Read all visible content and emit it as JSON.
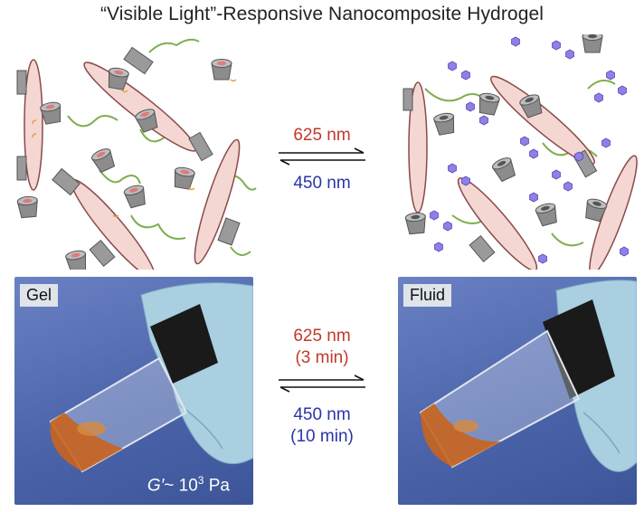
{
  "title": "“Visible Light”-Responsive Nanocomposite Hydrogel",
  "top_arrows": {
    "forward": "625 nm",
    "reverse": "450 nm"
  },
  "bottom_arrows": {
    "forward": "625 nm",
    "forward_time": "(3 min)",
    "reverse": "450 nm",
    "reverse_time": "(10 min)"
  },
  "left_photo": {
    "label": "Gel",
    "modulus_symbol": "G′",
    "modulus_approx": "~ 10",
    "modulus_exponent": "3",
    "modulus_unit": "Pa"
  },
  "right_photo": {
    "label": "Fluid"
  },
  "colors": {
    "red_label": "#c0392b",
    "blue_label": "#2a35a8",
    "clay_disk": "#f4d7d3",
    "cyclodextrin": "#8c8c8c",
    "polymer_chain": "#7fae4f",
    "azobenzene_free": "#8f7fe6",
    "photo_background": "#5a72b8",
    "glove": "#a9cfe0",
    "hydrogel_orange": "#c8641e"
  },
  "icons": [
    "clay-nanosheet-icon",
    "cyclodextrin-icon",
    "polymer-chain-icon",
    "azobenzene-guest-icon",
    "glass-vial-icon",
    "glove-icon",
    "vial-cap-icon"
  ]
}
